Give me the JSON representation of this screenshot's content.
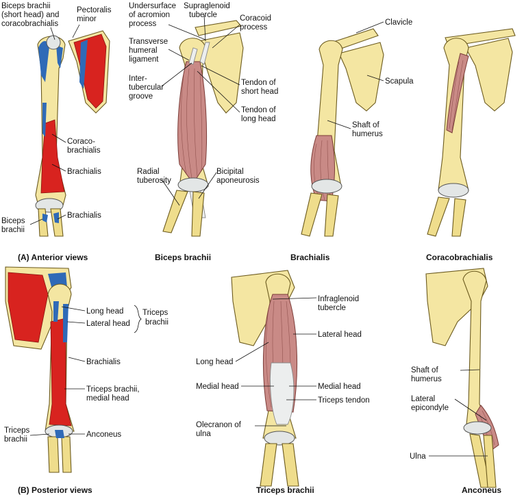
{
  "labels": {
    "bb_short_head": [
      "Biceps brachii",
      "(short head) and",
      "coracobrachialis"
    ],
    "pectoralis_minor": [
      "Pectoralis",
      "minor"
    ],
    "coracobrachialis_a": [
      "Coraco-",
      "brachialis"
    ],
    "brachialis_a1": "Brachialis",
    "brachialis_a2": "Brachialis",
    "biceps_a": [
      "Biceps",
      "brachii"
    ],
    "undersurface": [
      "Undersurface",
      "of acromion",
      "process"
    ],
    "supraglenoid": [
      "Supraglenoid",
      "tubercle"
    ],
    "coracoid": [
      "Coracoid",
      "process"
    ],
    "transverse": [
      "Transverse",
      "humeral",
      "ligament"
    ],
    "intertubercular": [
      "Inter-",
      "tubercular",
      "groove"
    ],
    "tendon_short": [
      "Tendon of",
      "short head"
    ],
    "tendon_long": [
      "Tendon of",
      "long head"
    ],
    "radial_tuberosity": [
      "Radial",
      "tuberosity"
    ],
    "bicipital": [
      "Bicipital",
      "aponeurosis"
    ],
    "clavicle": "Clavicle",
    "scapula": "Scapula",
    "shaft_humerus_1": [
      "Shaft of",
      "humerus"
    ],
    "long_head_b": "Long head",
    "lateral_head_b": "Lateral head",
    "triceps_group": [
      "Triceps",
      "brachii"
    ],
    "brachialis_b": "Brachialis",
    "triceps_medial": [
      "Triceps brachii,",
      "medial head"
    ],
    "triceps_b": [
      "Triceps",
      "brachii"
    ],
    "anconeus_b": "Anconeus",
    "infraglenoid": [
      "Infraglenoid",
      "tubercle"
    ],
    "lateral_head_t": "Lateral head",
    "long_head_t": "Long head",
    "medial_head_l": "Medial head",
    "medial_head_r": "Medial head",
    "triceps_tendon": "Triceps tendon",
    "olecranon": [
      "Olecranon of",
      "ulna"
    ],
    "shaft_humerus_2": [
      "Shaft of",
      "humerus"
    ],
    "lateral_epicondyle": [
      "Lateral",
      "epicondyle"
    ],
    "ulna": "Ulna"
  },
  "captions": {
    "anterior": "(A) Anterior views",
    "biceps": "Biceps brachii",
    "brachialis": "Brachialis",
    "coracobrachialis": "Coracobrachialis",
    "posterior": "(B) Posterior views",
    "triceps": "Triceps brachii",
    "anconeus": "Anconeus"
  },
  "colors": {
    "bone": "#f4e6a2",
    "muscle_attachment_origin": "#d8231f",
    "muscle_attachment_insertion": "#2f6ab7",
    "muscle": "#c98a86",
    "tendon": "#eceeee"
  }
}
